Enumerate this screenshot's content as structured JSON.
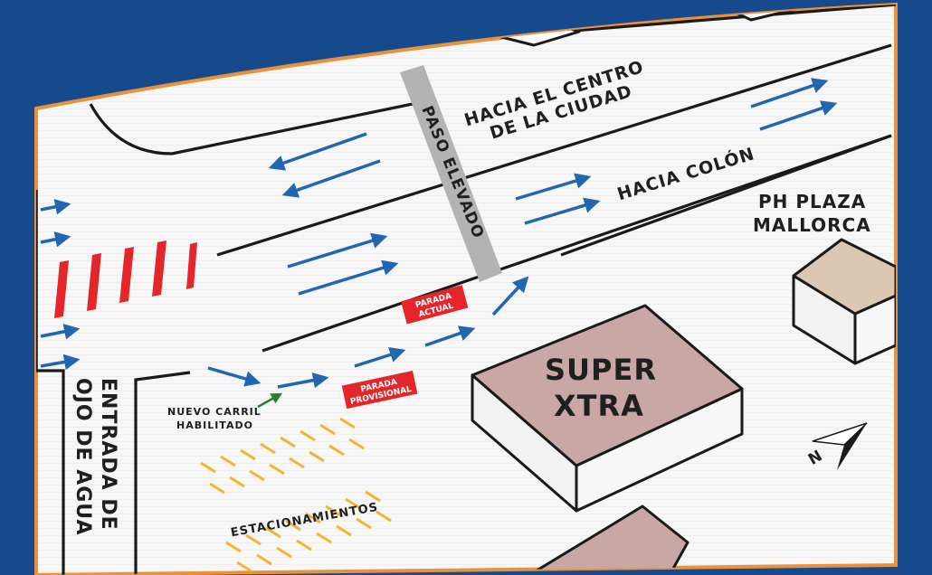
{
  "colors": {
    "frame_blue": "#174a8c",
    "map_border": "#e8923a",
    "map_fill": "#f7f7f7",
    "arrow_blue": "#2266b0",
    "crosswalk_red": "#e4262b",
    "parking_yellow": "#f1b52f",
    "building_super_xtra": "#c9a7a4",
    "building_ph": "#dcc7b2",
    "overpass_gray": "#b3b3b3",
    "new_lane_arrow": "#2e7d32"
  },
  "labels": {
    "toward_center_line1": "HACIA EL CENTRO",
    "toward_center_line2": "DE LA CIUDAD",
    "toward_colon": "HACIA COLÓN",
    "overpass": "PASO ELEVADO",
    "ph_line1": "PH PLAZA",
    "ph_line2": "MALLORCA",
    "super_line1": "SUPER",
    "super_line2": "XTRA",
    "entrance_line1": "ENTRADA DE",
    "entrance_line2": "OJO DE AGUA",
    "new_lane_line1": "NUEVO CARRIL",
    "new_lane_line2": "HABILITADO",
    "parking": "ESTACIONAMIENTOS",
    "current_stop_line1": "PARADA",
    "current_stop_line2": "ACTUAL",
    "temp_stop_line1": "PARADA",
    "temp_stop_line2": "PROVISIONAL",
    "north": "N"
  },
  "icons": {
    "compass": "north-arrow-icon",
    "traffic_arrow": "traffic-arrow-icon"
  }
}
